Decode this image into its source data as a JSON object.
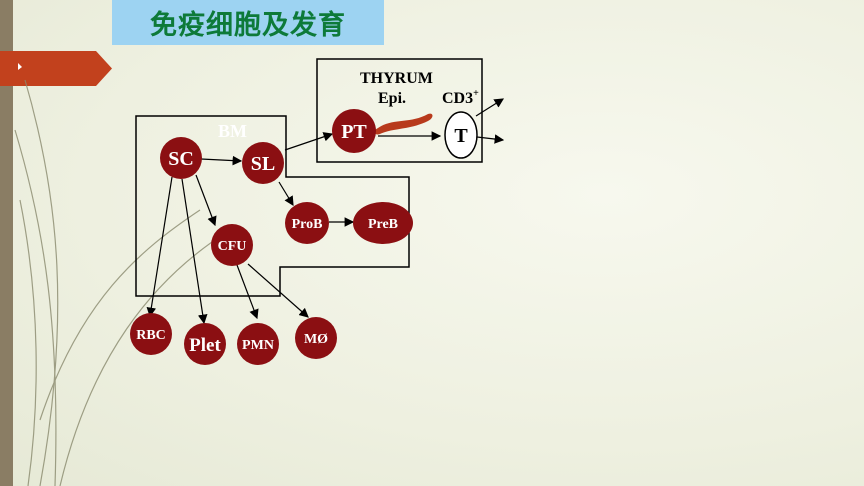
{
  "slide": {
    "title": "免疫细胞及发育"
  },
  "diagram": {
    "bm_label": "BM",
    "thymus_label": "THYRUM",
    "epi_label": "Epi.",
    "cd3_label": "CD3",
    "cd3_superscript": "+",
    "nodes": {
      "sc": "SC",
      "sl": "SL",
      "pt": "PT",
      "t": "T",
      "prob": "ProB",
      "preb": "PreB",
      "cfu": "CFU",
      "rbc": "RBC",
      "plet": "Plet",
      "pmn": "PMN",
      "mo": "MØ"
    }
  },
  "colors": {
    "node_fill": "#8b0f12",
    "title_bg": "#9dd3f2",
    "title_text": "#0d7a39",
    "tab": "#c2411d",
    "epi_cell": "#b83a1c"
  }
}
